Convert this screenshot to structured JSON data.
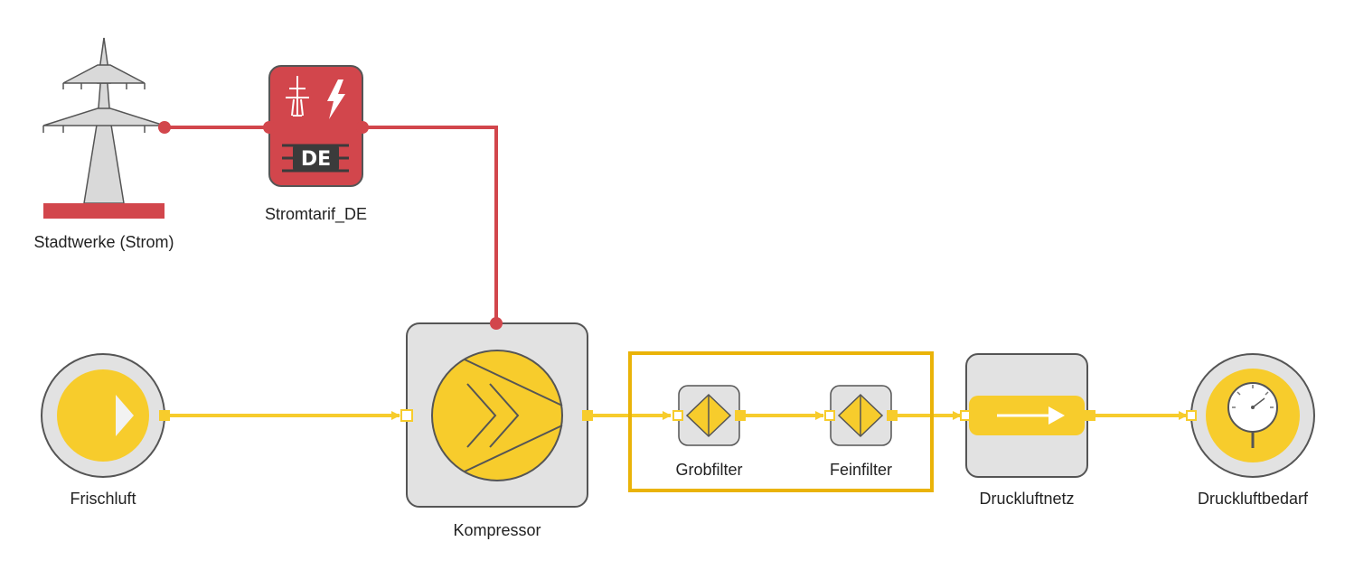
{
  "diagram": {
    "colors": {
      "power_line": "#d2464c",
      "air_line": "#f7cc2c",
      "node_fill": "#e2e2e2",
      "node_stroke": "#5a5a5a",
      "group_highlight": "#eab308",
      "tariff_fill": "#d2464c"
    },
    "nodes": {
      "stadtwerke": {
        "label": "Stadtwerke (Strom)",
        "icon": "power-pylon-icon"
      },
      "stromtarif": {
        "label": "Stromtarif_DE",
        "badge": "DE",
        "icon": "pylon-lightning-icon"
      },
      "frischluft": {
        "label": "Frischluft",
        "icon": "play-arrow-icon"
      },
      "kompressor": {
        "label": "Kompressor",
        "icon": "compressor-icon"
      },
      "grobfilter": {
        "label": "Grobfilter",
        "icon": "filter-diamond-icon"
      },
      "feinfilter": {
        "label": "Feinfilter",
        "icon": "filter-diamond-icon"
      },
      "druckluftnetz": {
        "label": "Druckluftnetz",
        "icon": "pipe-arrow-icon"
      },
      "druckluftbedarf": {
        "label": "Druckluftbedarf",
        "icon": "pressure-gauge-icon"
      }
    }
  }
}
